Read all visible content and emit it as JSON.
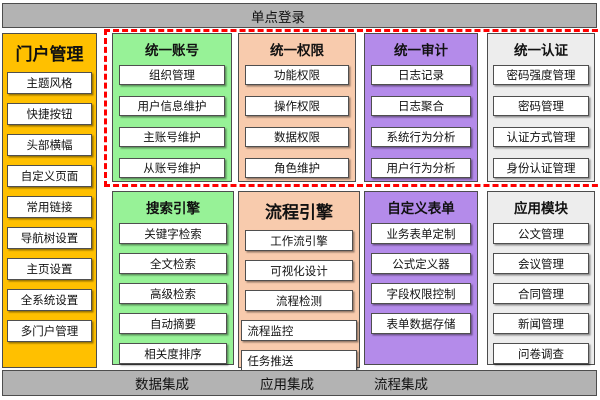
{
  "top_bar": {
    "label": "单点登录"
  },
  "portal": {
    "title": "门户管理",
    "items": [
      "主题风格",
      "快捷按钮",
      "头部横幅",
      "自定义页面",
      "常用链接",
      "导航树设置",
      "主页设置",
      "全系统设置",
      "多门户管理"
    ]
  },
  "top_row": [
    {
      "title": "统一账号",
      "items": [
        "组织管理",
        "用户信息维护",
        "主账号维护",
        "从账号维护"
      ]
    },
    {
      "title": "统一权限",
      "items": [
        "功能权限",
        "操作权限",
        "数据权限",
        "角色维护"
      ]
    },
    {
      "title": "统一审计",
      "items": [
        "日志记录",
        "日志聚合",
        "系统行为分析",
        "用户行为分析"
      ]
    },
    {
      "title": "统一认证",
      "items": [
        "密码强度管理",
        "密码管理",
        "认证方式管理",
        "身份认证管理"
      ]
    }
  ],
  "bottom_row": [
    {
      "title": "搜索引擎",
      "items": [
        "关键字检索",
        "全文检索",
        "高级检索",
        "自动摘要",
        "相关度排序"
      ]
    },
    {
      "title": "流程引擎",
      "items": [
        "工作流引擎",
        "可视化设计",
        "流程检测",
        "流程监控",
        "任务推送"
      ]
    },
    {
      "title": "自定义表单",
      "items": [
        "业务表单定制",
        "公式定义器",
        "字段权限控制",
        "表单数据存储"
      ]
    },
    {
      "title": "应用模块",
      "items": [
        "公文管理",
        "会议管理",
        "合同管理",
        "新闻管理",
        "问卷调查"
      ]
    }
  ],
  "bottom_bar": {
    "labels": [
      "数据集成",
      "应用集成",
      "流程集成"
    ]
  },
  "colors": {
    "portal_orange": "#FFC000",
    "account_green": "#97F297",
    "permission_peach": "#F8CBAD",
    "audit_purple": "#B48BEA",
    "auth_gray": "#EDEDED",
    "bar_gray": "#B3B3B3",
    "frame_red": "#FF0000",
    "item_white": "#FFFFFF"
  }
}
